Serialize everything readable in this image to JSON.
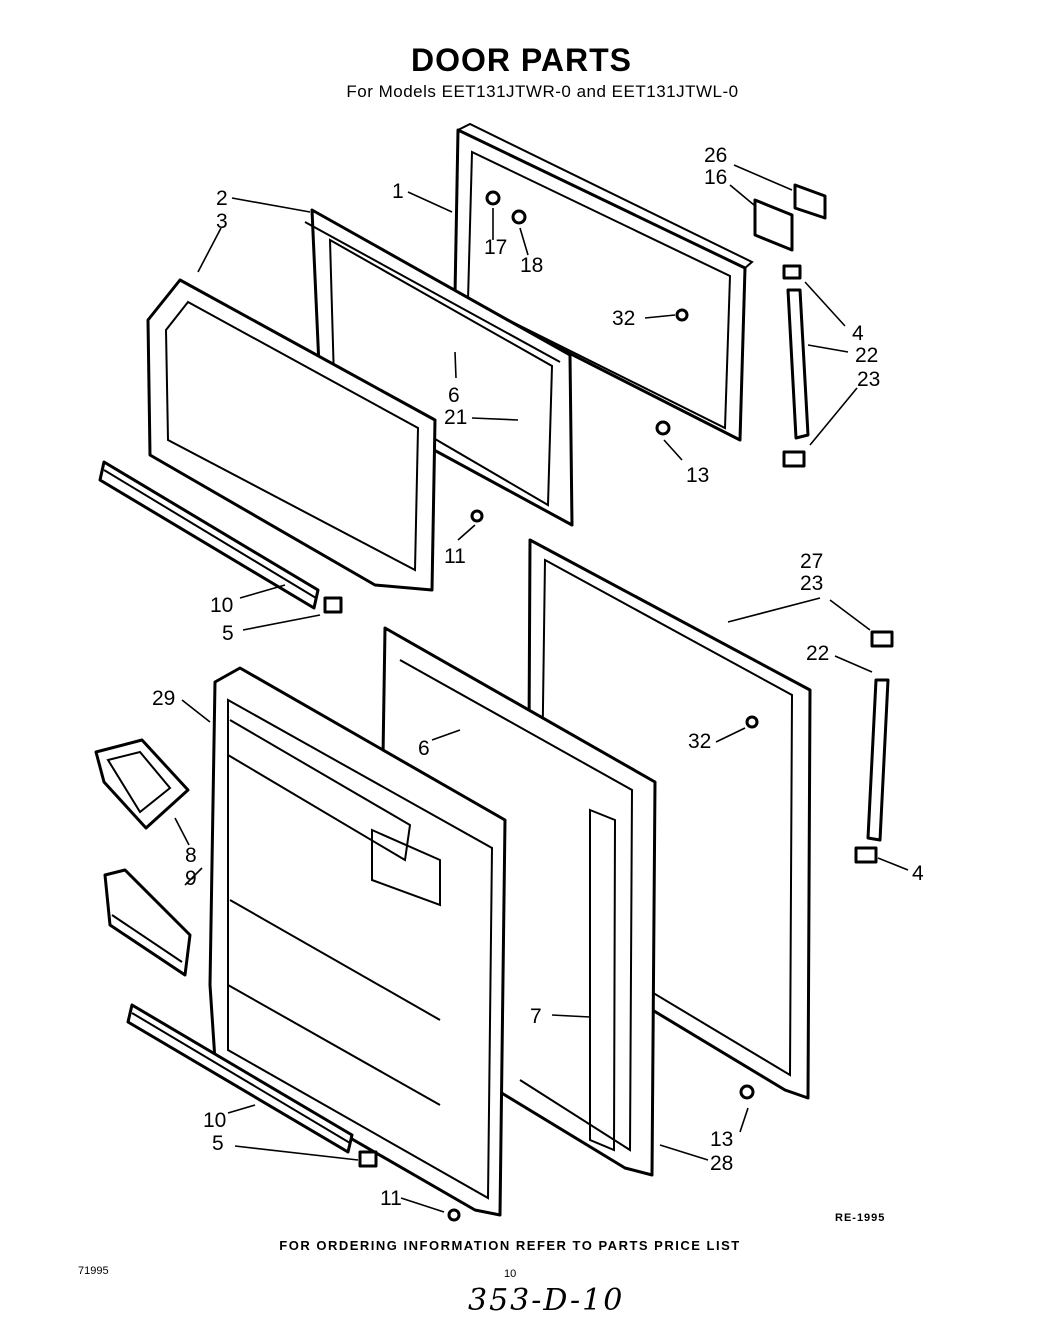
{
  "header": {
    "title": "DOOR PARTS",
    "subtitle": "For Models EET131JTWR-0 and EET131JTWL-0"
  },
  "footer": {
    "ordering_note": "FOR ORDERING INFORMATION REFER TO PARTS PRICE LIST",
    "diagram_code": "RE-1995",
    "doc_number": "71995",
    "page_number": "10",
    "handwritten_note": "353-D-10"
  },
  "callouts": [
    "1",
    "2",
    "3",
    "4",
    "4",
    "5",
    "5",
    "6",
    "6",
    "7",
    "8",
    "9",
    "10",
    "10",
    "11",
    "11",
    "13",
    "13",
    "16",
    "17",
    "18",
    "21",
    "22",
    "22",
    "23",
    "23",
    "26",
    "27",
    "28",
    "29",
    "32",
    "32"
  ]
}
